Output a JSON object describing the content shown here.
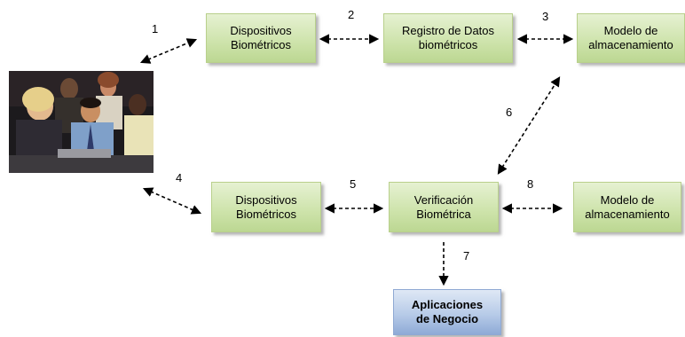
{
  "boxes": {
    "dev_top": "Dispositivos\nBiométricos",
    "registro": "Registro de Datos\nbiométricos",
    "modelo_top": "Modelo de\nalmacenamiento",
    "dev_bottom": "Dispositivos\nBiométricos",
    "verificacion": "Verificación\nBiométrica",
    "modelo_bottom": "Modelo de\nalmacenamiento",
    "aplicaciones": "Aplicaciones\nde Negocio"
  },
  "numbers": [
    "1",
    "2",
    "3",
    "4",
    "5",
    "6",
    "7",
    "8"
  ],
  "colors": {
    "green_box": "#cde3aa",
    "blue_box": "#b7cbe8",
    "arrow": "#000000"
  }
}
